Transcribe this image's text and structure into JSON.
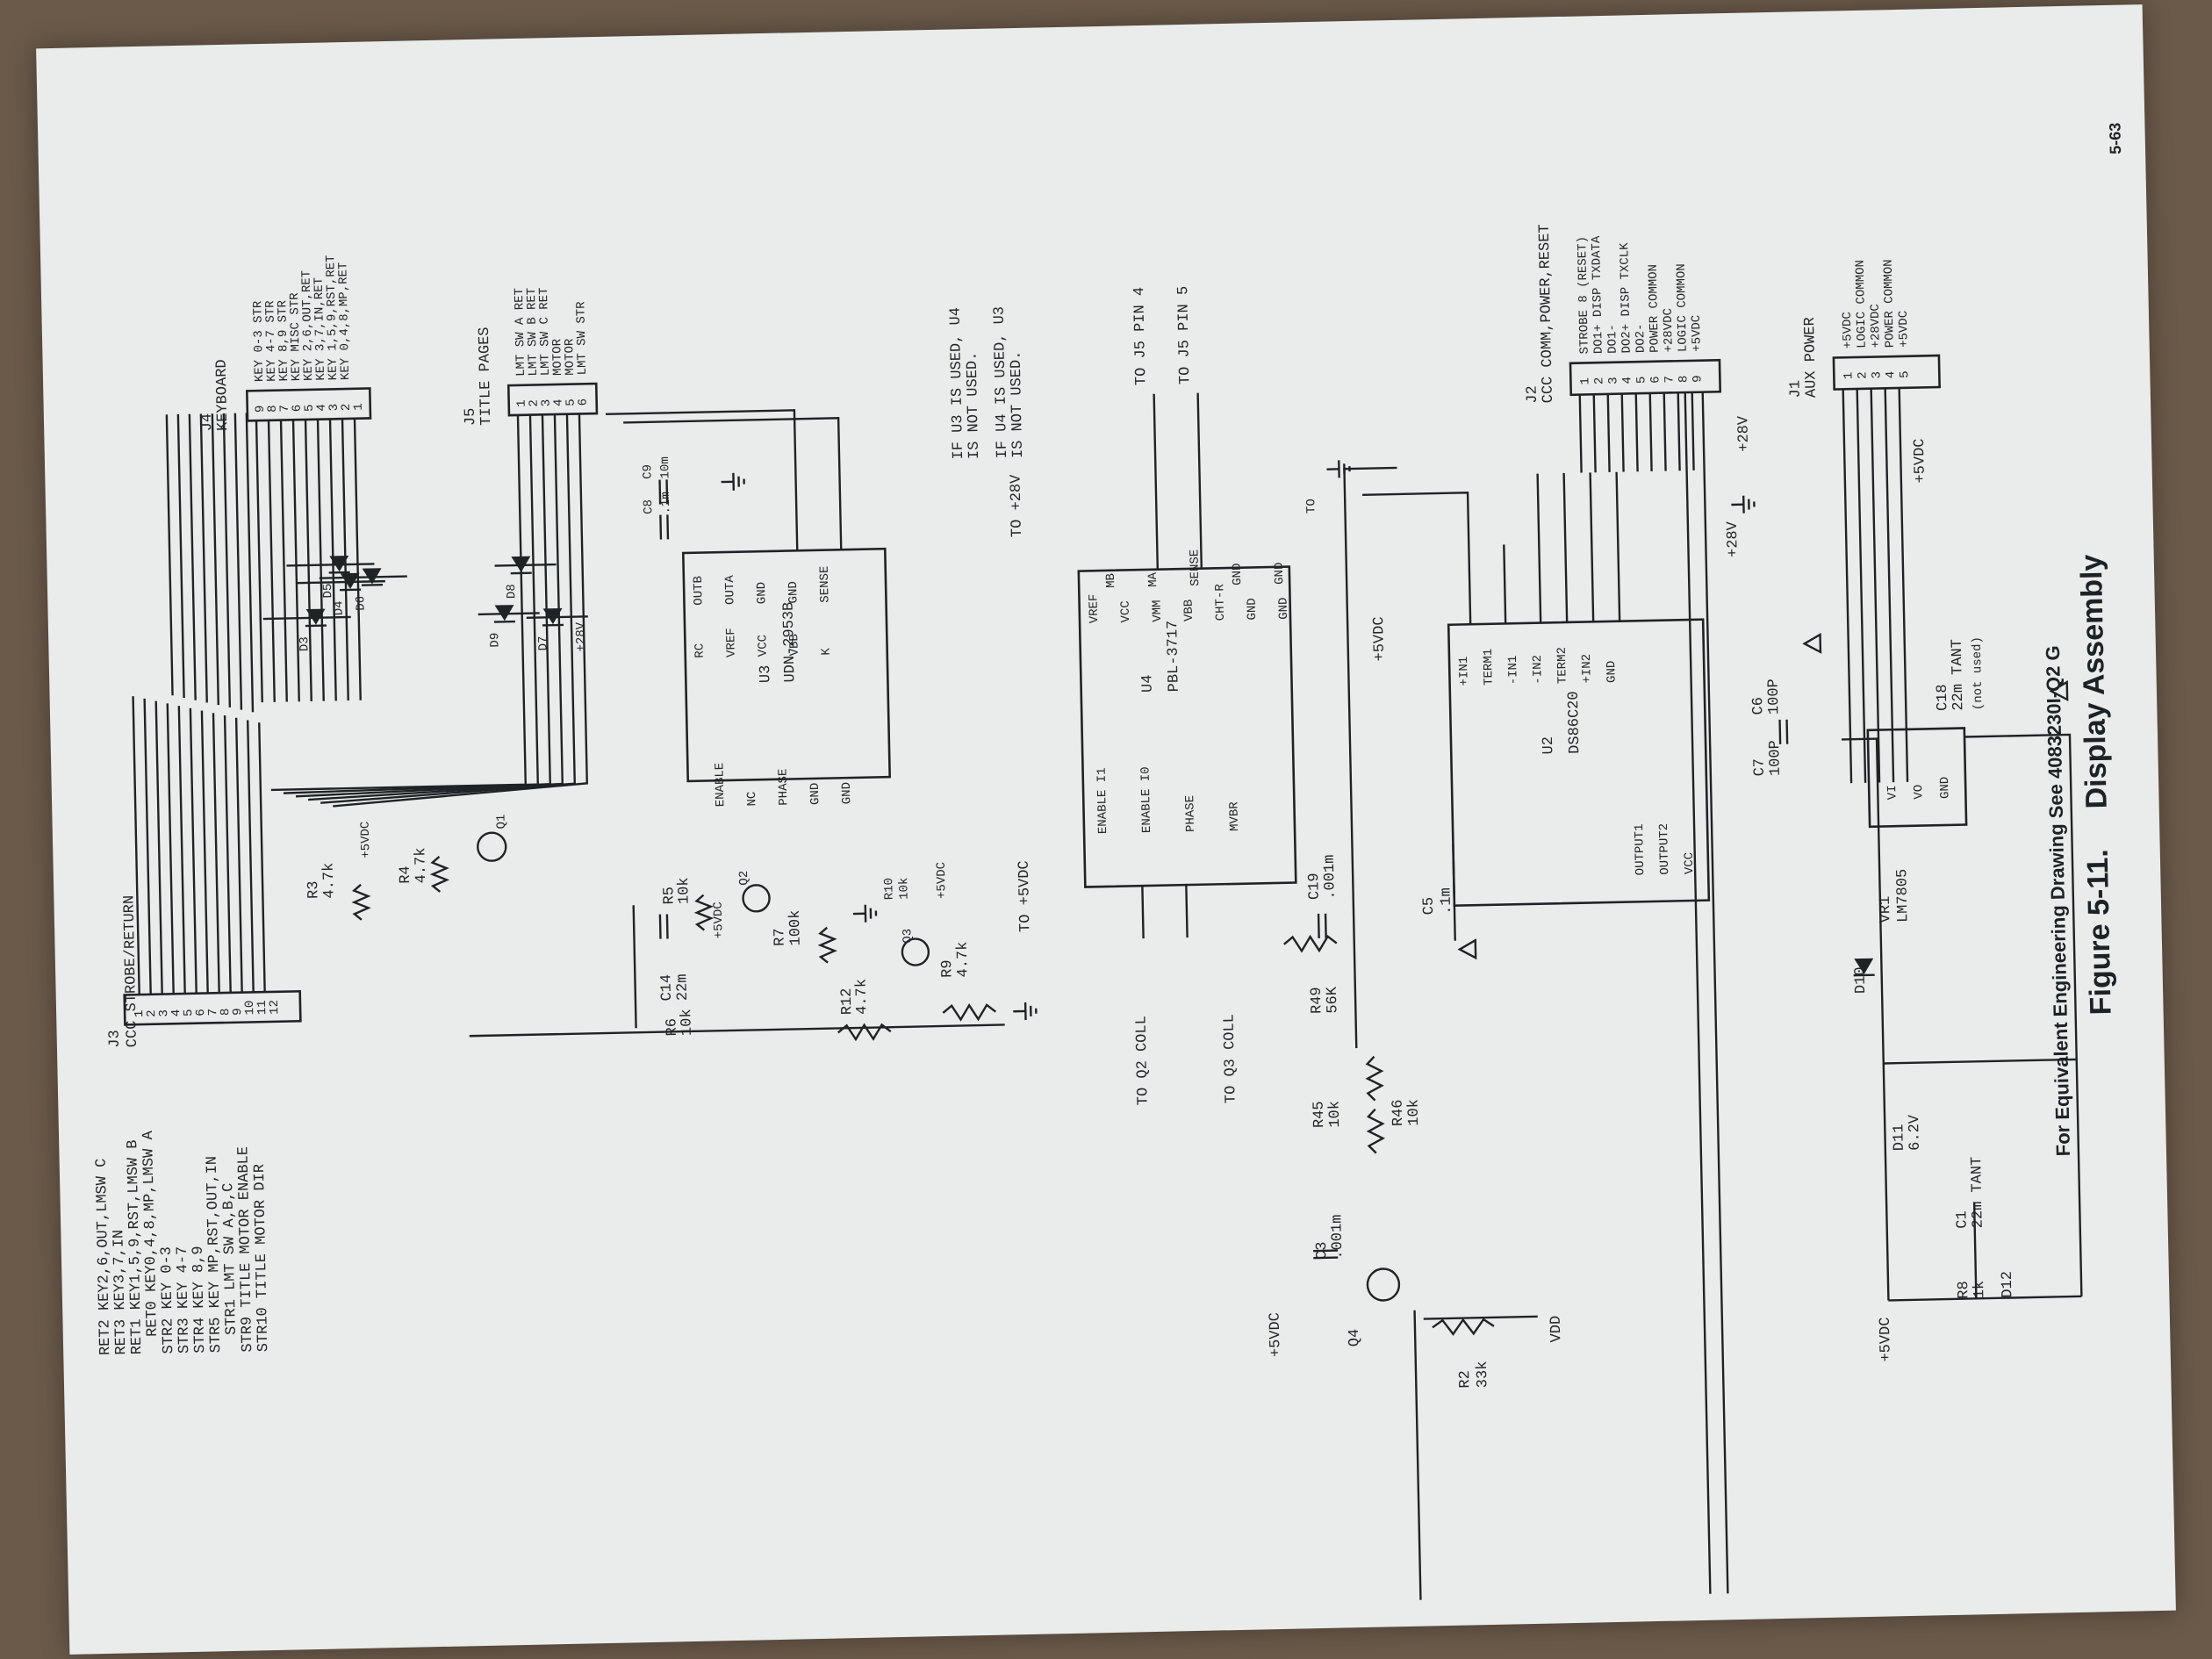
{
  "page_number": "5-63",
  "figure": {
    "title": "Figure 5-11.",
    "subtitle": "Display Assembly",
    "note": "For Equivalent Engineering Drawing See 4083230I-Q2 G"
  },
  "left_legend": [
    "RET2 KEY2,6,OUT,LMSW C",
    "RET3 KEY3,7,IN",
    "RET1 KEY1,5,9,RST,LMSW B",
    "RET0 KEY0,4,8,MP,LMSW A",
    "STR2 KEY 0-3",
    "STR3 KEY 4-7",
    "STR4 KEY 8,9",
    "STR5 KEY MP,RST,OUT,IN",
    "STR1 LMT SW A,B,C",
    "STR9 TITLE MOTOR ENABLE",
    "STR10 TITLE MOTOR DIR"
  ],
  "connectors": {
    "j3": {
      "ref": "J3",
      "name": "CCC STROBE/RETURN",
      "pins": [
        "1",
        "2",
        "3",
        "4",
        "5",
        "6",
        "7",
        "8",
        "9",
        "10",
        "11",
        "12"
      ]
    },
    "j4": {
      "ref": "J4",
      "name": "KEYBOARD",
      "pins": [
        "9",
        "8",
        "7",
        "6",
        "5",
        "4",
        "3",
        "2",
        "1"
      ],
      "signals": [
        "KEY 0-3 STR",
        "KEY 4-7 STR",
        "KEY 8,9 STR",
        "KEY MISC STR",
        "KEY 2,6,OUT,RET",
        "KEY 3,7,IN,RET",
        "KEY 1,5,9,RST,RET",
        "KEY 0,4,8,MP,RET"
      ]
    },
    "j5": {
      "ref": "J5",
      "name": "TITLE PAGES",
      "pins": [
        "1",
        "2",
        "3",
        "4",
        "5",
        "6"
      ],
      "signals": [
        "LMT SW A RET",
        "LMT SW B RET",
        "LMT SW C RET",
        "MOTOR",
        "MOTOR",
        "LMT SW STR"
      ]
    },
    "j2": {
      "ref": "J2",
      "name": "CCC COMM,POWER,RESET",
      "pins": [
        "1",
        "2",
        "3",
        "4",
        "5",
        "6",
        "7",
        "8",
        "9"
      ],
      "signals": [
        "STROBE 8 (RESET)",
        "DO1+ DISP TXDATA",
        "DO1-",
        "DO2+ DISP TXCLK",
        "DO2-",
        "POWER COMMON",
        "+28VDC",
        "LOGIC COMMON",
        "+5VDC"
      ]
    },
    "j1": {
      "ref": "J1",
      "name": "AUX POWER",
      "pins": [
        "1",
        "2",
        "3",
        "4",
        "5"
      ],
      "signals": [
        "+5VDC",
        "LOGIC COMMON",
        "+28VDC",
        "POWER COMMON",
        "+5VDC"
      ]
    }
  },
  "ics": {
    "u3": {
      "ref": "U3",
      "part": "UDN-2953B",
      "pins_left": [
        "ENABLE",
        "NC",
        "PHASE",
        "GND",
        "GND"
      ],
      "pins_right": [
        "OUTB",
        "OUTA",
        "GND",
        "GND",
        "SENSE"
      ],
      "labels": [
        "RC",
        "VREF",
        "VCC",
        "VBB",
        "K"
      ]
    },
    "u4": {
      "ref": "U4",
      "part": "PBL-3717",
      "pins_left": [
        "ENABLE I1",
        "ENABLE I0",
        "PHASE",
        "MVBR"
      ],
      "pins_right": [
        "MB",
        "MA",
        "SENSE",
        "GND",
        "GND"
      ],
      "labels": [
        "VREF",
        "VCC",
        "VMM",
        "VBB",
        "CHT-R",
        "GND",
        "GND"
      ]
    },
    "u2": {
      "ref": "U2",
      "part": "DS86C20",
      "pins": [
        "+IN1",
        "TERM1",
        "-IN1",
        "-IN2",
        "TERM2",
        "+IN2",
        "GND",
        "OUTPUT1",
        "OUTPUT2",
        "VCC"
      ]
    },
    "vr1": {
      "ref": "VR1",
      "part": "LM7805",
      "pins": [
        "VI",
        "VO",
        "GND"
      ]
    }
  },
  "components": [
    {
      "ref": "R3",
      "value": "4.7k"
    },
    {
      "ref": "R4",
      "value": "4.7k"
    },
    {
      "ref": "R5",
      "value": "10k"
    },
    {
      "ref": "R6",
      "value": "10k"
    },
    {
      "ref": "R7",
      "value": "100k"
    },
    {
      "ref": "R12",
      "value": "4.7k"
    },
    {
      "ref": "R10",
      "value": "10k"
    },
    {
      "ref": "R9",
      "value": "4.7k"
    },
    {
      "ref": "R49",
      "value": "56K"
    },
    {
      "ref": "C19",
      "value": ".001m"
    },
    {
      "ref": "C14",
      "value": "22m"
    },
    {
      "ref": "C9",
      "value": "10m"
    },
    {
      "ref": "C8",
      "value": ".1m"
    },
    {
      "ref": "C5",
      "value": ".1m"
    },
    {
      "ref": "C6",
      "value": "100P"
    },
    {
      "ref": "C7",
      "value": "100P"
    },
    {
      "ref": "R45",
      "value": "10k"
    },
    {
      "ref": "R46",
      "value": "10k"
    },
    {
      "ref": "C3",
      "value": ".001m"
    },
    {
      "ref": "R2",
      "value": "33k"
    },
    {
      "ref": "C1",
      "value": "22m TANT"
    },
    {
      "ref": "C18",
      "value": "22m TANT"
    },
    {
      "ref": "R8",
      "value": "1k"
    },
    {
      "ref": "D11",
      "value": "6.2V"
    }
  ],
  "diodes": [
    "D3",
    "D4",
    "D5",
    "D6",
    "D7",
    "D8",
    "D9",
    "D10",
    "D12"
  ],
  "transistors": [
    "Q1",
    "Q2",
    "Q3",
    "Q4"
  ],
  "notes": {
    "u3_note": [
      "IF U3 IS USED, U4",
      "IS NOT USED."
    ],
    "u4_note": [
      "IF U4 IS USED, U3",
      "IS NOT USED."
    ],
    "to_j5_pin4": "TO J5 PIN 4",
    "to_j5_pin5": "TO J5 PIN 5",
    "to_q2_coll": "TO Q2 COLL",
    "to_q3_coll": "TO Q3 COLL",
    "to_28v": "TO +28V",
    "to_5vdc": "TO +5VDC",
    "vdd": "VDD",
    "c18_note": "(not used)",
    "plus5vdc": "+5VDC",
    "plus28v": "+28V",
    "plus28v_b": "+28V"
  }
}
